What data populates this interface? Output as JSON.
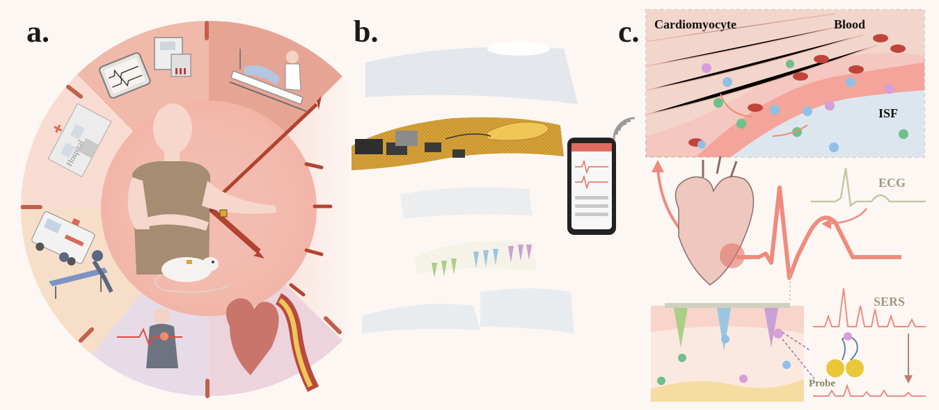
{
  "panels": {
    "a": "a.",
    "b": "b.",
    "c": "c."
  },
  "panel_a": {
    "hospital_sign": "Hospital"
  },
  "panel_c": {
    "cardiomyocyte": "Cardiomyocyte",
    "blood": "Blood",
    "isf": "ISF",
    "ecg": "ECG",
    "sers": "SERS",
    "probe": "Probe"
  },
  "colors": {
    "background": "#fdf7f4",
    "clock_center": "#f2b5a8",
    "clock_hand": "#b2432f",
    "tissue_pink": "#f4c7c0",
    "isf_blue": "#dde5ee",
    "ecg_line": "#ef8b7e",
    "circuit_gold": "#d9a63a"
  },
  "icons": [
    "wifi-icon",
    "smartphone-icon",
    "heart-icon",
    "microneedle-icon",
    "rat-icon",
    "human-figure-icon",
    "ambulance-icon",
    "hospital-icon",
    "ecg-monitor-icon",
    "hospital-bed-icon"
  ]
}
